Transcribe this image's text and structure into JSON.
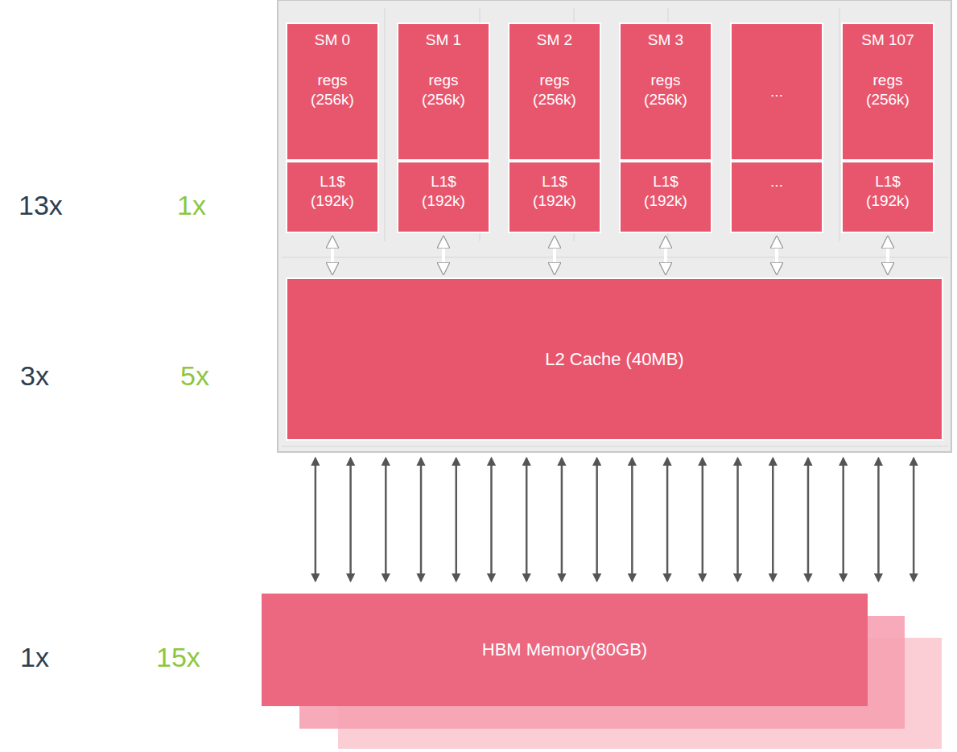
{
  "diagram": {
    "nodes": [
      {
        "text": [
          "SM 0",
          "regs (256k)"
        ]
      },
      {
        "text": [
          "SM 1",
          "regs (256k)"
        ]
      },
      {
        "text": [
          "SM 2",
          "regs (256k)"
        ]
      },
      {
        "text": [
          "SM 3",
          "regs (256k)"
        ]
      },
      {
        "text": [
          "..."
        ]
      },
      {
        "text": [
          "SM 107",
          "regs (256k)"
        ]
      },
      {
        "text": [
          "L1$ (192k)"
        ]
      },
      {
        "text": [
          "L1$ (192k)"
        ]
      },
      {
        "text": [
          "L1$ (192k)"
        ]
      },
      {
        "text": [
          "L1$ (192k)"
        ]
      },
      {
        "text": [
          "..."
        ]
      },
      {
        "text": [
          "L1$ (192k)"
        ]
      },
      {
        "text": [
          "L2 Cache (40MB)"
        ]
      },
      {
        "text": [
          "HBM Memory(80GB)"
        ]
      }
    ],
    "edges": [
      {
        "from": 6,
        "to": 12,
        "arrow": "both"
      },
      {
        "from": 7,
        "to": 12,
        "arrow": "both"
      },
      {
        "from": 8,
        "to": 12,
        "arrow": "both"
      },
      {
        "from": 9,
        "to": 12,
        "arrow": "both"
      },
      {
        "from": 10,
        "to": 12,
        "arrow": "both"
      },
      {
        "from": 11,
        "to": 12,
        "arrow": "both"
      },
      {
        "from": 12,
        "to": 13,
        "arrow": "both"
      },
      {
        "from": 12,
        "to": 13,
        "arrow": "both"
      },
      {
        "from": 12,
        "to": 13,
        "arrow": "both"
      },
      {
        "from": 12,
        "to": 13,
        "arrow": "both"
      },
      {
        "from": 12,
        "to": 13,
        "arrow": "both"
      },
      {
        "from": 12,
        "to": 13,
        "arrow": "both"
      },
      {
        "from": 12,
        "to": 13,
        "arrow": "both"
      },
      {
        "from": 12,
        "to": 13,
        "arrow": "both"
      },
      {
        "from": 12,
        "to": 13,
        "arrow": "both"
      },
      {
        "from": 12,
        "to": 13,
        "arrow": "both"
      },
      {
        "from": 12,
        "to": 13,
        "arrow": "both"
      },
      {
        "from": 12,
        "to": 13,
        "arrow": "both"
      },
      {
        "from": 12,
        "to": 13,
        "arrow": "both"
      },
      {
        "from": 12,
        "to": 13,
        "arrow": "both"
      },
      {
        "from": 12,
        "to": 13,
        "arrow": "both"
      },
      {
        "from": 12,
        "to": 13,
        "arrow": "both"
      },
      {
        "from": 12,
        "to": 13,
        "arrow": "both"
      },
      {
        "from": 12,
        "to": 13,
        "arrow": "both"
      }
    ],
    "labels": [
      "13x",
      "1x",
      "3x",
      "5x",
      "1x",
      "15x"
    ]
  }
}
